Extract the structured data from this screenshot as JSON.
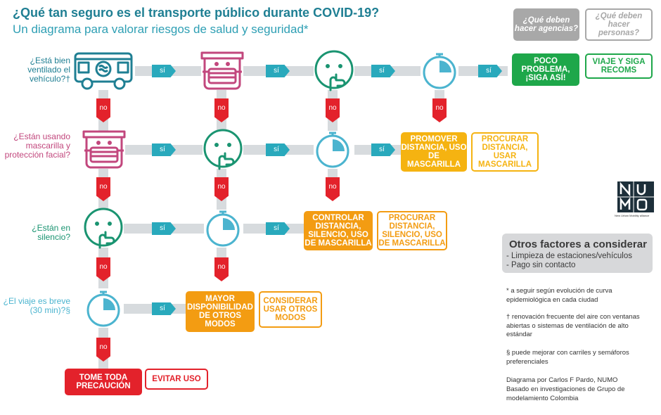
{
  "title": "¿Qué tan seguro es el transporte público durante COVID-19?",
  "subtitle": "Un diagrama para valorar riesgos de salud y seguridad*",
  "headers": {
    "agencies": "¿Qué deben hacer agencias?",
    "persons": "¿Qué deben hacer personas?"
  },
  "questions": {
    "q1": "¿Está bien ventilado el vehículo?†",
    "q2": "¿Están usando mascarilla y protección facial?",
    "q3": "¿Están en silencio?",
    "q4": "¿El viaje es breve (30 min)?§"
  },
  "labels": {
    "yes": "sí",
    "no": "no"
  },
  "outcomes": {
    "r1_agency": "POCO PROBLEMA, ¡SIGA ASÍ!",
    "r1_person": "VIAJE Y SIGA RECOMS",
    "r2_agency": "PROMOVER DISTANCIA, USO DE MASCARILLA",
    "r2_person": "PROCURAR DISTANCIA, USAR MASCARILLA",
    "r3_agency": "CONTROLAR DISTANCIA, SILENCIO, USO DE MASCARILLA",
    "r3_person": "PROCURAR DISTANCIA, SILENCIO, USO DE MASCARILLA",
    "r4_agency": "MAYOR DISPONIBILIDAD DE OTROS MODOS",
    "r4_person": "CONSIDERAR USAR OTROS MODOS",
    "r5_agency": "TOME TODA PRECAUCIÓN",
    "r5_person": "EVITAR USO"
  },
  "logo": {
    "name": "NUMO",
    "tagline": "New Urban Mobility alliance"
  },
  "other_factors": {
    "title": "Otros factores a considerar",
    "items": [
      "- Limpieza de estaciones/vehículos",
      "- Pago sin contacto"
    ]
  },
  "notes": {
    "n1": "* a seguir según evolución de curva epidemiológica en cada ciudad",
    "n2": "† renovación frecuente del aire con ventanas abiertas o sistemas de ventilación de alto estándar",
    "n3": "§ puede mejorar con carriles y semáforos preferenciales",
    "credit1": "Diagrama por Carlos F Pardo, NUMO",
    "credit2": "Basado en investigaciones de Grupo de modelamiento Colombia"
  },
  "colors": {
    "teal": "#1f7f93",
    "pink": "#c2477d",
    "green": "#1a9471",
    "light_blue": "#4bb4cf",
    "red": "#e3222b",
    "orange": "#f39c12",
    "amber": "#f5b311",
    "bright_green": "#1ea74a"
  },
  "icons": [
    "bus-icon",
    "mask-icon",
    "silence-icon",
    "timer-icon"
  ]
}
